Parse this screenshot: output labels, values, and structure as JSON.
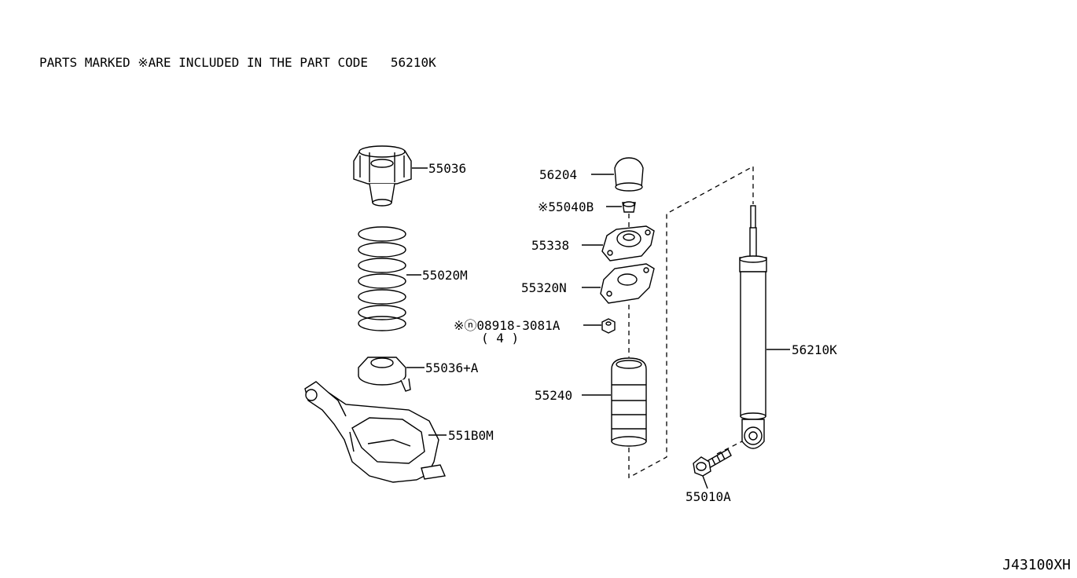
{
  "header_note": {
    "text_before": "PARTS MARKED ",
    "marker": "※",
    "text_after": "ARE INCLUDED IN THE PART CODE",
    "code": "56210K"
  },
  "diagram_ref": "J43100XH",
  "parts": {
    "p55036": "55036",
    "p55020M": "55020M",
    "p55036A": "55036+A",
    "p551B0M": "551B0M",
    "p56204": "56204",
    "p55040B": "※55040B",
    "p55338": "55338",
    "p55320N": "55320N",
    "p08918": "※ⓝ08918-3081A",
    "p08918_qty": "( 4 )",
    "p55240": "55240",
    "p56210K": "56210K",
    "p55010A": "55010A"
  }
}
